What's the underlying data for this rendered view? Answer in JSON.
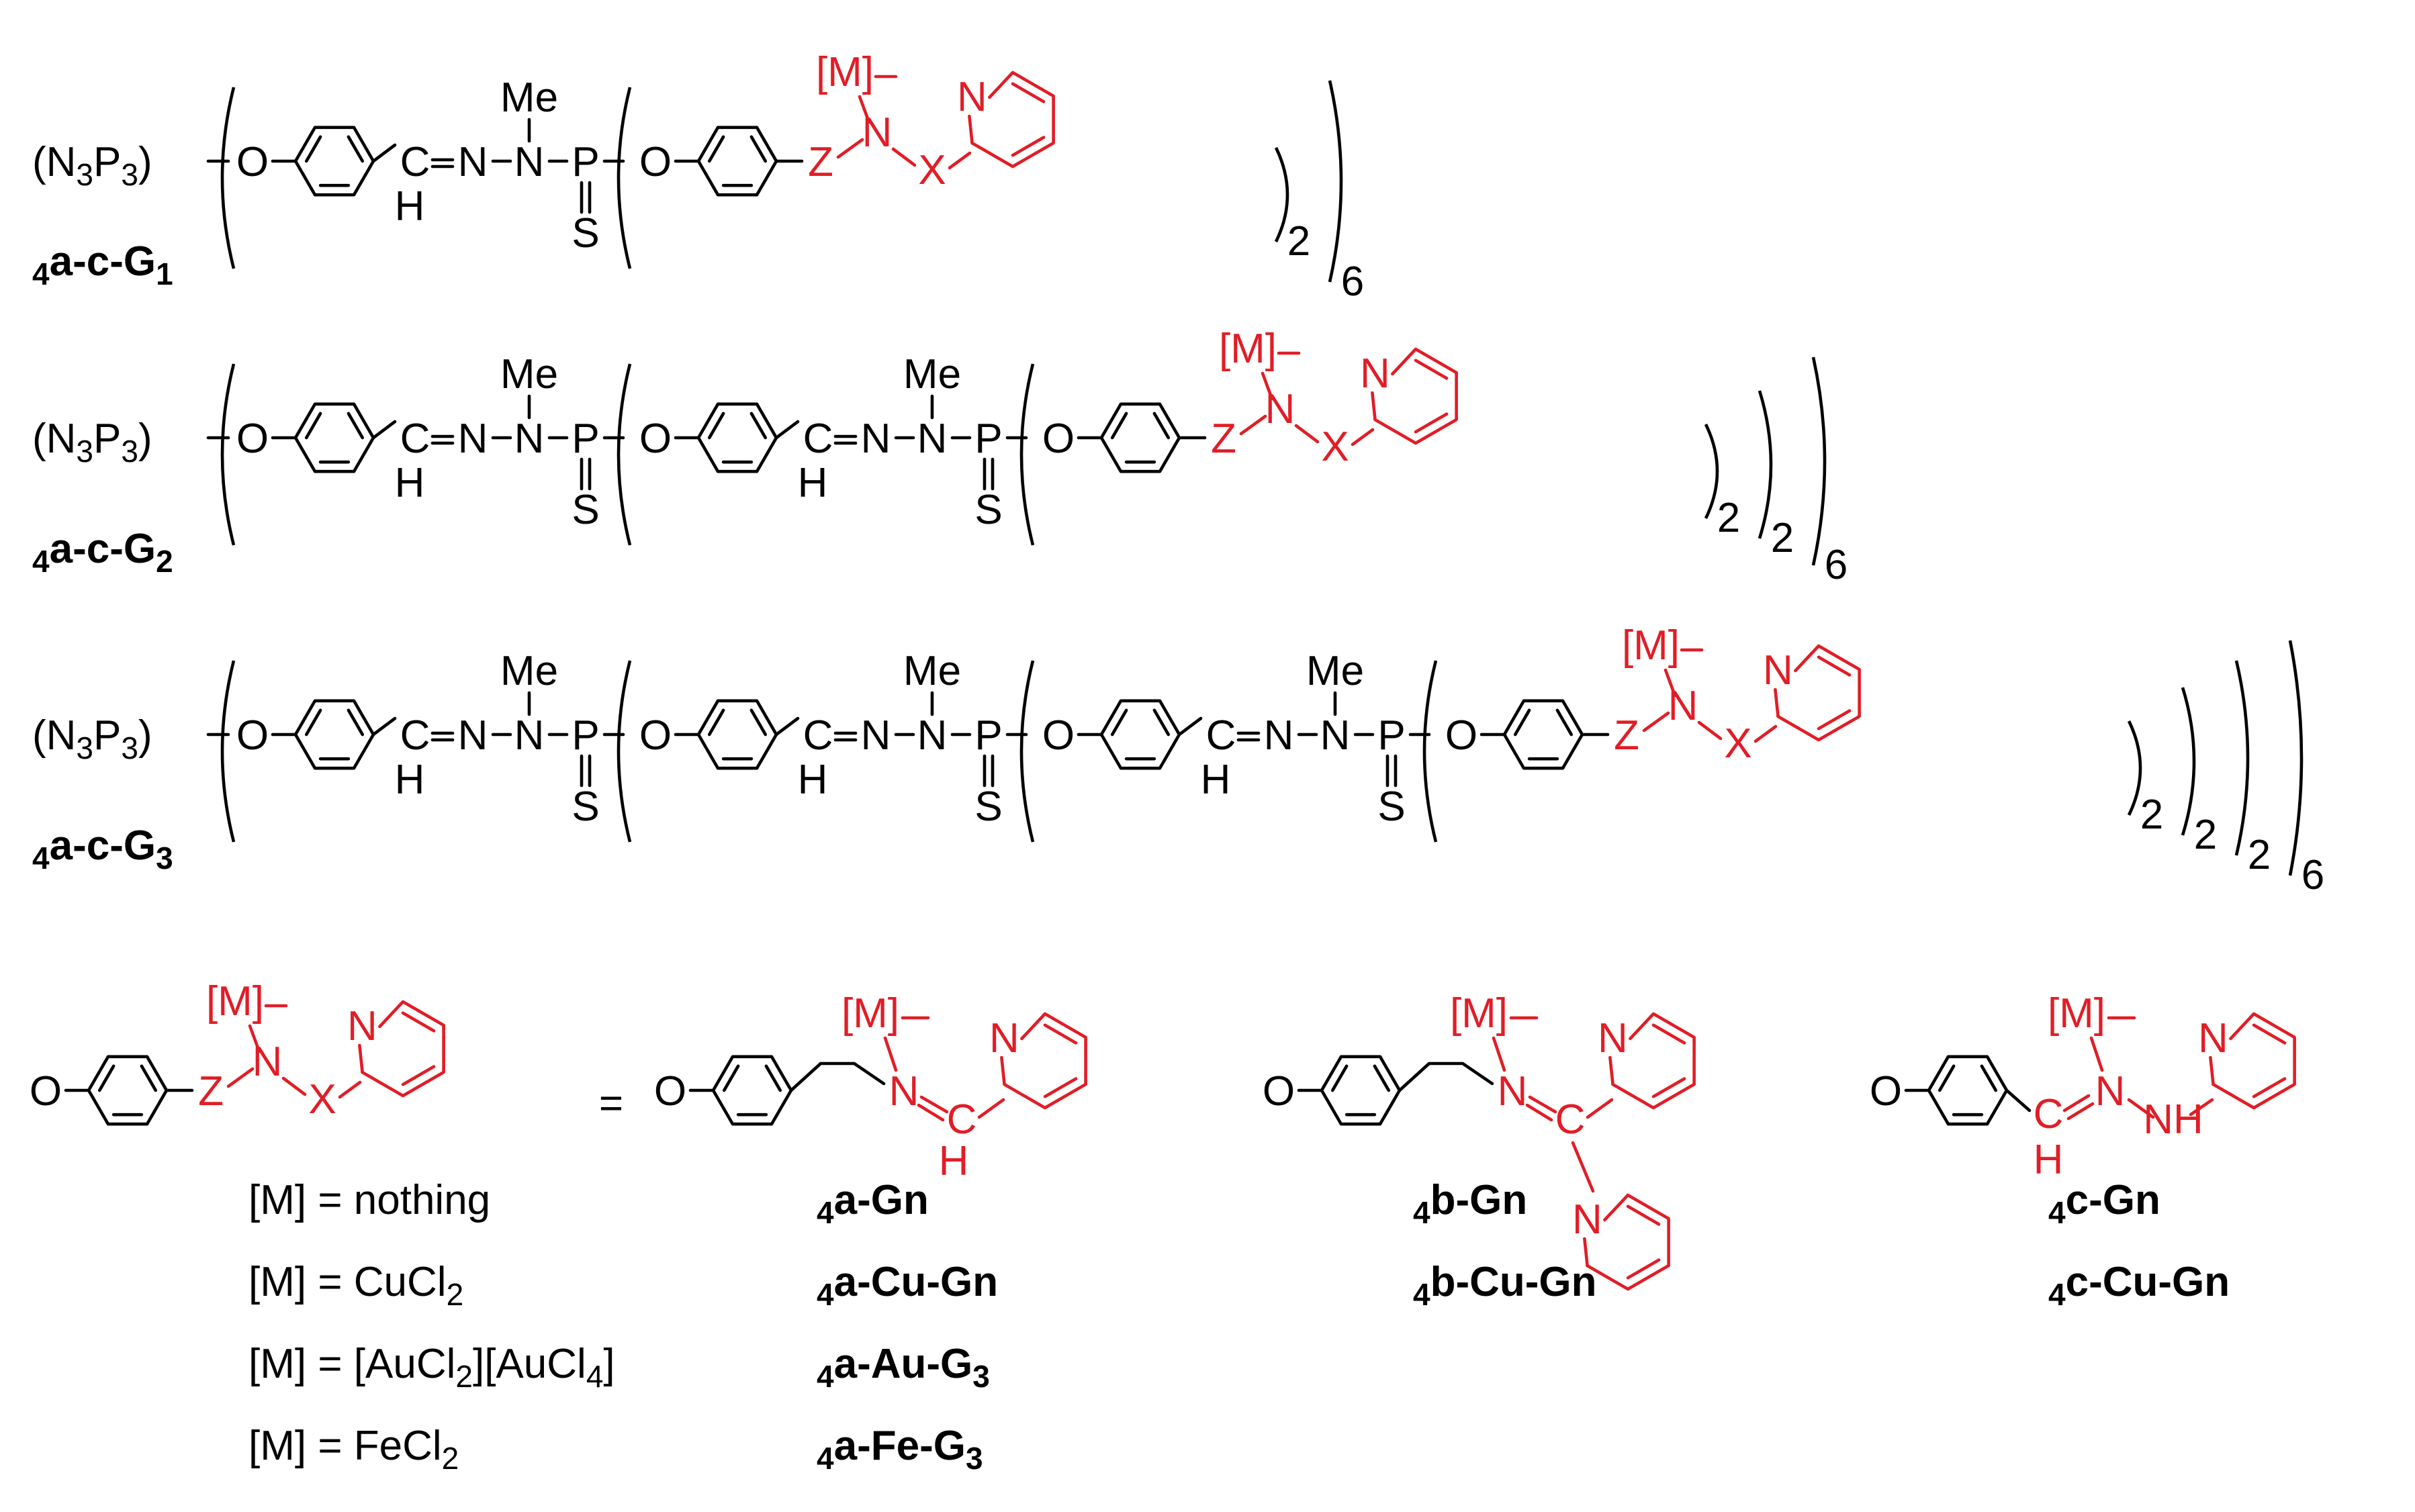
{
  "colors": {
    "ink": "#000000",
    "highlight": "#e11d26"
  },
  "atoms": {
    "metal": "[M]",
    "n": "N",
    "nh": "NH",
    "x": "X",
    "z": "Z",
    "o": "O",
    "p": "P",
    "s": "S",
    "c": "C",
    "h": "H",
    "me": "Me",
    "core": "(N3P3)",
    "sub_two": "2",
    "sub_six": "6"
  },
  "compounds": {
    "g1": "4a-c-G1",
    "g2": "4a-c-G2",
    "g3": "4a-c-G3",
    "a": "4a-Gn",
    "a_cu": "4a-Cu-Gn",
    "a_au": "4a-Au-G3",
    "a_fe": "4a-Fe-G3",
    "b": "4b-Gn",
    "b_cu": "4b-Cu-Gn",
    "c": "4c-Gn",
    "c_cu": "4c-Cu-Gn"
  },
  "metal_definitions": [
    "[M] = nothing",
    "[M] = CuCl2",
    "[M] = [AuCl2][AuCl4]",
    "[M] = FeCl2"
  ],
  "equals_sign": "="
}
